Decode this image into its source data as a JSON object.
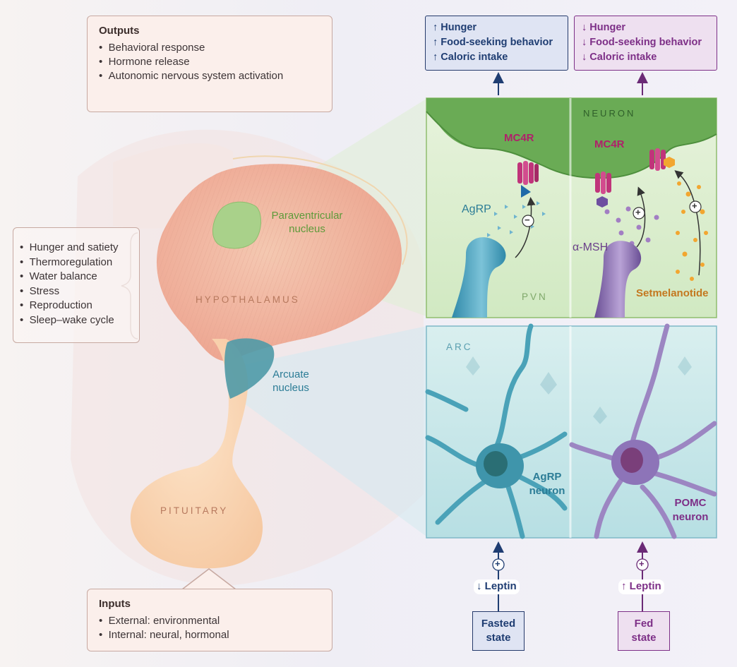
{
  "outputs_box": {
    "title": "Outputs",
    "items": [
      "Behavioral response",
      "Hormone release",
      "Autonomic nervous system activation"
    ]
  },
  "inputs_box": {
    "title": "Inputs",
    "items": [
      "External: environmental",
      "Internal: neural, hormonal"
    ]
  },
  "functions_list": [
    "Hunger and satiety",
    "Thermoregulation",
    "Water balance",
    "Stress",
    "Reproduction",
    "Sleep–wake cycle"
  ],
  "brain_labels": {
    "paraventricular": [
      "Paraventricular",
      "nucleus"
    ],
    "hypothalamus": "HYPOTHALAMUS",
    "arcuate": [
      "Arcuate",
      "nucleus"
    ],
    "pituitary": "PITUITARY"
  },
  "effects": {
    "fasted": [
      "↑ Hunger",
      "↑ Food-seeking behavior",
      "↑ Caloric intake"
    ],
    "fed": [
      "↓ Hunger",
      "↓ Food-seeking behavior",
      "↓ Caloric intake"
    ]
  },
  "pvn_panel": {
    "neuron_label": "NEURON",
    "mc4r_left": "MC4R",
    "mc4r_right": "MC4R",
    "agrp": "AgRP",
    "alpha_msh": "α-MSH",
    "pvn": "PVN",
    "setmelanotide": "Setmelanotide",
    "minus_sign": "−",
    "plus_sign": "+"
  },
  "arc_panel": {
    "arc_label": "ARC",
    "agrp_neuron": [
      "AgRP",
      "neuron"
    ],
    "pomc_neuron": [
      "POMC",
      "neuron"
    ]
  },
  "leptin": {
    "fasted": "↓ Leptin",
    "fed": "↑ Leptin",
    "plus_sign": "+"
  },
  "states": {
    "fasted": [
      "Fasted",
      "state"
    ],
    "fed": [
      "Fed",
      "state"
    ]
  },
  "colors": {
    "blue_text": "#1f3d72",
    "purple_text": "#7d2f87",
    "green_text": "#5e9a3a",
    "teal_text": "#2b7c96",
    "mc4r_text": "#b0206a",
    "orange_text": "#c4781f",
    "hypothalamus_text": "#b7795e"
  }
}
